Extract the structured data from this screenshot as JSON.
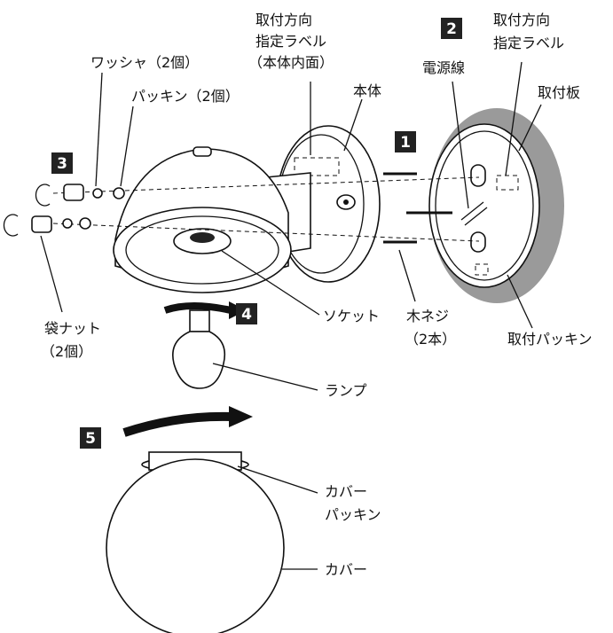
{
  "labels": {
    "direction_label_body": [
      "取付方向",
      "指定ラベル",
      "（本体内面）"
    ],
    "washer": "ワッシャ（2個）",
    "packing": "パッキン（2個）",
    "body": "本体",
    "power_wire": "電源線",
    "direction_label_plate": [
      "取付方向",
      "指定ラベル"
    ],
    "mounting_plate": "取付板",
    "socket": "ソケット",
    "wood_screw": [
      "木ネジ",
      "（2本）"
    ],
    "plate_packing": "取付パッキン",
    "cap_nut": [
      "袋ナット",
      "（2個）"
    ],
    "lamp": "ランプ",
    "cover_packing": [
      "カバー",
      "パッキン"
    ],
    "cover": "カバー"
  },
  "steps": [
    "1",
    "2",
    "3",
    "4",
    "5"
  ]
}
